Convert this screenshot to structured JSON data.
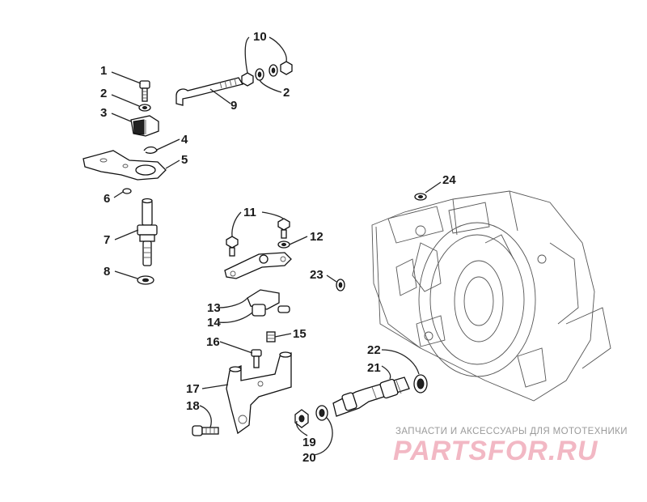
{
  "callouts": {
    "c1": "1",
    "c2a": "2",
    "c2b": "2",
    "c3": "3",
    "c4": "4",
    "c5": "5",
    "c6": "6",
    "c7": "7",
    "c8": "8",
    "c9": "9",
    "c10": "10",
    "c11": "11",
    "c12": "12",
    "c13": "13",
    "c14": "14",
    "c15": "15",
    "c16": "16",
    "c17": "17",
    "c18": "18",
    "c19": "19",
    "c20": "20",
    "c21": "21",
    "c22": "22",
    "c23": "23",
    "c24": "24"
  },
  "watermark": {
    "top_text": "ЗАПЧАСТИ И АКСЕССУАРЫ ДЛЯ МОТОТЕХНИКИ",
    "logo_text": "PARTSFOR.RU"
  },
  "colors": {
    "line": "#222222",
    "watermark_text": "#9a9a9a",
    "watermark_logo": "#f2b8c4"
  }
}
